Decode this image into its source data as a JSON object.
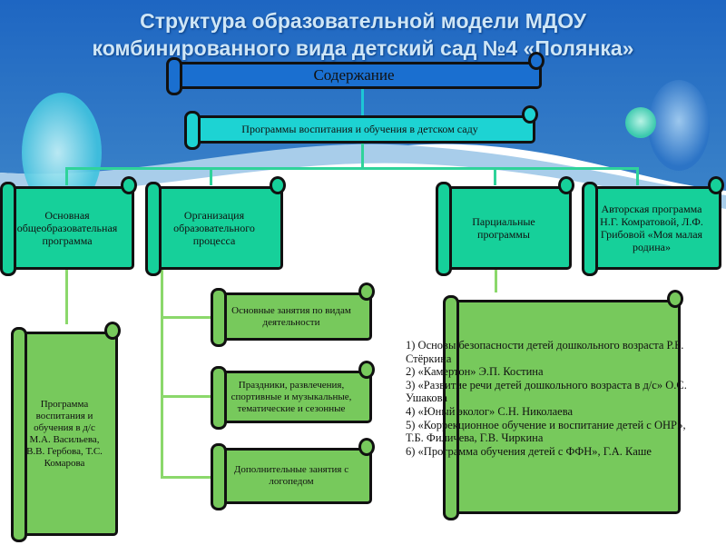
{
  "title": {
    "line1": "Структура образовательной модели МДОУ",
    "line2": "комбинированного вида детский сад №4 «Полянка»"
  },
  "content_header": "Содержание",
  "programs_header": "Программы воспитания и обучения в детском саду",
  "branches": [
    {
      "label": "Основная общеобразовательная программа"
    },
    {
      "label": "Организация образовательного процесса"
    },
    {
      "label": "Парциальные программы"
    },
    {
      "label": "Авторская программа Н.Г. Комратовой, Л.Ф. Грибовой «Моя малая родина»"
    }
  ],
  "main_program": "Программа воспитания и обучения в д/с М.А. Васильева, В.В. Гербова, Т.С. Комарова",
  "process_items": [
    "Основные занятия по видам деятельности",
    "Праздники, развлечения, спортивные и музыкальные, тематические и сезонные",
    "Дополнительные занятия с логопедом"
  ],
  "partial_programs": [
    "1) Основы безопасности детей дошкольного возраста Р.Б. Стёркина",
    "2) «Камертон» Э.П. Костина",
    "3) «Развитие речи детей дошкольного возраста в д/с» О.С. Ушакова",
    "4) «Юный эколог» С.Н. Николаева",
    "5) «Коррекционное обучение и воспитание детей с ОНР», Т.Б. Филичева, Г.В. Чиркина",
    "6) «Программа обучения детей с ФФН», Г.А. Каше"
  ]
}
